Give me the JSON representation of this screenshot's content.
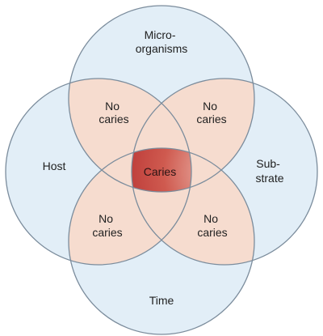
{
  "sets": {
    "top": {
      "line1": "Micro-",
      "line2": "organisms"
    },
    "left": {
      "label": "Host"
    },
    "right": {
      "line1": "Sub-",
      "line2": "strate"
    },
    "bottom": {
      "label": "Time"
    }
  },
  "overlaps": {
    "top_left": {
      "line1": "No",
      "line2": "caries"
    },
    "top_right": {
      "line1": "No",
      "line2": "caries"
    },
    "bottom_left": {
      "line1": "No",
      "line2": "caries"
    },
    "bottom_right": {
      "line1": "No",
      "line2": "caries"
    },
    "center": {
      "label": "Caries"
    }
  },
  "colors": {
    "circle_fill": "#e2eef7",
    "circle_stroke": "#7b8c9c",
    "pair_overlap_fill": "#f6dccf",
    "center_fill": "#b73232"
  }
}
